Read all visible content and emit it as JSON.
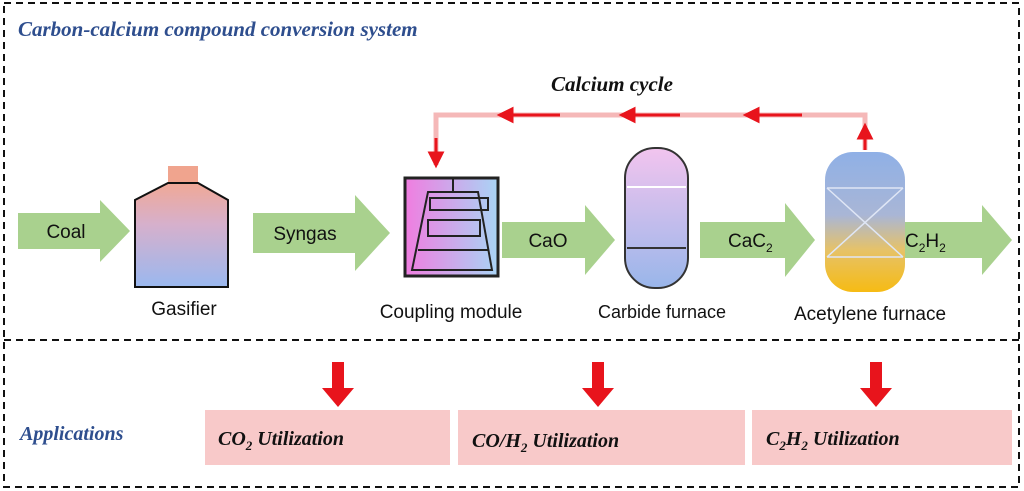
{
  "title": "Carbon-calcium compound conversion system",
  "cycle_label": "Calcium cycle",
  "flow_arrows": [
    {
      "label": "Coal"
    },
    {
      "label": "Syngas"
    },
    {
      "label": "CaO"
    },
    {
      "label": "CaC",
      "sub": "2"
    },
    {
      "label": "C",
      "sub": "2",
      "label2": "H",
      "sub2": "2"
    }
  ],
  "units": {
    "gasifier": "Gasifier",
    "coupling": "Coupling module",
    "carbide": "Carbide furnace",
    "acetylene": "Acetylene furnace"
  },
  "applications": {
    "label": "Applications",
    "items": [
      {
        "pre": "CO",
        "sub": "2",
        "post": " Utilization"
      },
      {
        "pre": "CO/H",
        "sub": "2",
        "post": " Utilization"
      },
      {
        "pre": "C",
        "sub": "2",
        "mid": "H",
        "sub2": "2",
        "post": " Utilization"
      }
    ]
  },
  "colors": {
    "title": "#2e4e8e",
    "arrow_green": "#a9d18e",
    "cycle_red": "#e8141c",
    "cycle_line": "#f5b8b8",
    "app_box": "#f8c9c9"
  }
}
